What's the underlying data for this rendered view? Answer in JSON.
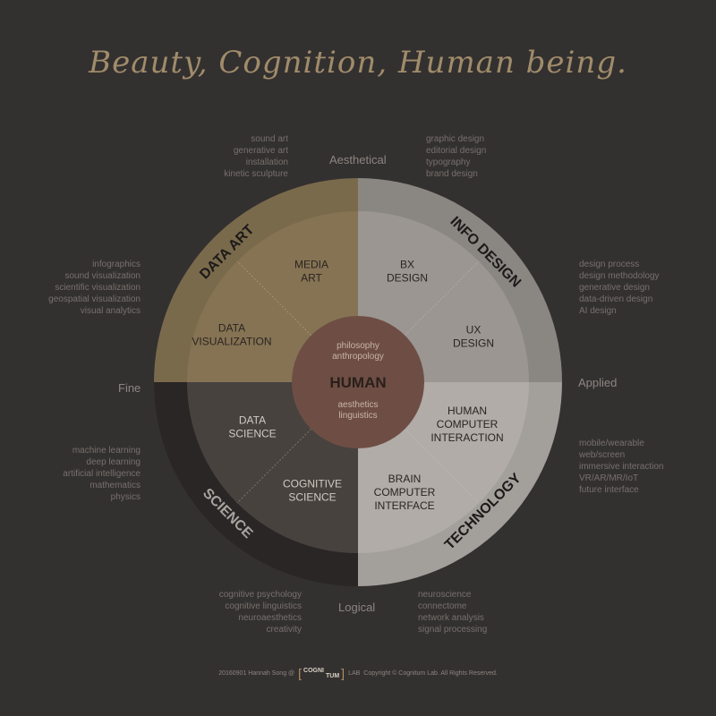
{
  "title": "Beauty, Cognition, Human being.",
  "axes": {
    "top": "Aesthetical",
    "bottom": "Logical",
    "left": "Fine",
    "right": "Applied"
  },
  "quadrants": [
    {
      "name": "DATA ART",
      "color": "#7a6a4c"
    },
    {
      "name": "INFO DESIGN",
      "color": "#8a8682"
    },
    {
      "name": "TECHNOLOGY",
      "color": "#a39f9b"
    },
    {
      "name": "SCIENCE",
      "color": "#2a2625"
    }
  ],
  "fields": [
    {
      "name": "media_art",
      "lines": [
        "MEDIA",
        "ART"
      ]
    },
    {
      "name": "data_visualization",
      "lines": [
        "DATA",
        "VISUALIZATION"
      ]
    },
    {
      "name": "bx_design",
      "lines": [
        "BX",
        "DESIGN"
      ]
    },
    {
      "name": "ux_design",
      "lines": [
        "UX",
        "DESIGN"
      ]
    },
    {
      "name": "human_computer_interaction",
      "lines": [
        "HUMAN",
        "COMPUTER",
        "INTERACTION"
      ]
    },
    {
      "name": "brain_computer_interface",
      "lines": [
        "BRAIN",
        "COMPUTER",
        "INTERFACE"
      ]
    },
    {
      "name": "cognitive_science",
      "lines": [
        "COGNITIVE",
        "SCIENCE"
      ]
    },
    {
      "name": "data_science",
      "lines": [
        "DATA",
        "SCIENCE"
      ]
    }
  ],
  "center": {
    "label": "HUMAN",
    "color": "#6e4e44",
    "top_lines": [
      "philosophy",
      "anthropology"
    ],
    "bottom_lines": [
      "aesthetics",
      "linguistics"
    ]
  },
  "keywords": {
    "top_left": [
      "sound art",
      "generative art",
      "installation",
      "kinetic sculpture"
    ],
    "top_right": [
      "graphic design",
      "editorial design",
      "typography",
      "brand design"
    ],
    "left_top": [
      "infographics",
      "sound visualization",
      "scientific visualization",
      "geospatial visualization",
      "visual analytics"
    ],
    "right_top": [
      "design process",
      "design methodology",
      "generative design",
      "data-driven design",
      "AI design"
    ],
    "left_bottom": [
      "machine learning",
      "deep learning",
      "artificial intelligence",
      "mathematics",
      "physics"
    ],
    "right_bottom": [
      "mobile/wearable",
      "web/screen",
      "immersive interaction",
      "VR/AR/MR/IoT",
      "future interface"
    ],
    "bottom_left": [
      "cognitive psychology",
      "cognitive linguistics",
      "neuroaesthetics",
      "creativity"
    ],
    "bottom_right": [
      "neuroscience",
      "connectome",
      "network analysis",
      "signal processing"
    ]
  },
  "footer": {
    "credit": "20160901 Hannah Song @",
    "logo_parts": [
      "COGNI",
      "TUM"
    ],
    "logo_suffix": "LAB",
    "copyright": "Copyright © Cognitum Lab. All Rights Reserved."
  }
}
